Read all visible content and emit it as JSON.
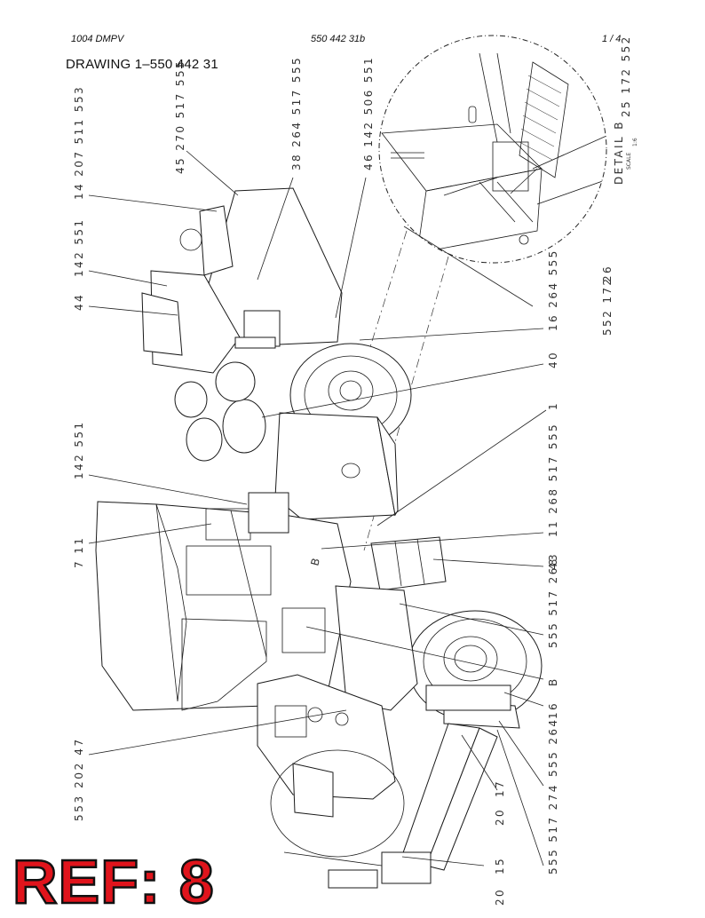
{
  "header": {
    "left": "1004 DMPV",
    "center": "550 442 31b",
    "right": "1 /  4"
  },
  "drawing_title": "DRAWING 1–550 442 31",
  "detail": {
    "title": "DETAIL  B",
    "scale_word": "SCALE",
    "scale_value": "1:6"
  },
  "callouts": {
    "c14": "14   207 511 553",
    "c45": "45   270 517 555",
    "c38": "38   264 517 555",
    "c46": "46   142 506 551",
    "c25": "25   172 552",
    "c44": "44",
    "c142a": "142 551",
    "c16a": "16   264 555",
    "c26": "26",
    "c552": "552 172",
    "c40": "40",
    "c1": "1",
    "c11": "11   268 517 555",
    "c43": "43",
    "c142b": "142 551",
    "c7": "7 11",
    "c555a": "555 517 268",
    "cB": "B",
    "c16b": "16",
    "c555b": "555 264",
    "c47": "553 202   47",
    "c17": "17",
    "c20a": "20",
    "c15": "15",
    "c20b": "20",
    "c555c": "555 517 274",
    "view_b": "B"
  },
  "ref_label": "REF: 8"
}
